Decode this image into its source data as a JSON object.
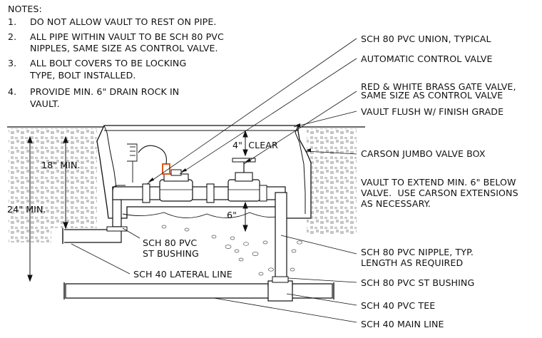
{
  "notes": {
    "title": "NOTES:",
    "items": [
      {
        "num": "1.",
        "line1": "DO NOT ALLOW VAULT TO REST ON PIPE.",
        "line2": ""
      },
      {
        "num": "2.",
        "line1": "ALL PIPE WITHIN VAULT TO BE SCH 80 PVC",
        "line2": "NIPPLES, SAME SIZE AS CONTROL VALVE."
      },
      {
        "num": "3.",
        "line1": "ALL BOLT COVERS TO BE LOCKING",
        "line2": "TYPE, BOLT INSTALLED."
      },
      {
        "num": "4.",
        "line1": "PROVIDE MIN. 6\" DRAIN ROCK IN",
        "line2": "VAULT."
      }
    ]
  },
  "callouts_right": {
    "union": "SCH 80 PVC UNION, TYPICAL",
    "control_valve": "AUTOMATIC CONTROL VALVE",
    "gate_valve_1": "RED & WHITE BRASS GATE VALVE,",
    "gate_valve_2": "SAME SIZE AS CONTROL VALVE",
    "vault_flush": "VAULT FLUSH W/ FINISH GRADE",
    "valve_box": "CARSON JUMBO VALVE BOX",
    "extend_1": "VAULT TO EXTEND MIN. 6\" BELOW",
    "extend_2": "VALVE.  USE CARSON EXTENSIONS",
    "extend_3": "AS NECESSARY.",
    "nipple_1": "SCH 80 PVC NIPPLE, TYP.",
    "nipple_2": "LENGTH AS REQUIRED",
    "st_bushing": "SCH 80 PVC ST BUSHING",
    "tee": "SCH 40 PVC TEE",
    "main_line": "SCH 40 MAIN LINE"
  },
  "callouts_left": {
    "bushing_1": "SCH 80 PVC",
    "bushing_2": "ST BUSHING",
    "lateral": "SCH 40 LATERAL LINE"
  },
  "dimensions": {
    "clear": "4\"  CLEAR",
    "below": "6\"",
    "min18": "18\" MIN.",
    "min24": "24\" MIN."
  },
  "colors": {
    "line": "#111111",
    "hatch": "#555555",
    "solenoid_accent": "#e0561c"
  }
}
